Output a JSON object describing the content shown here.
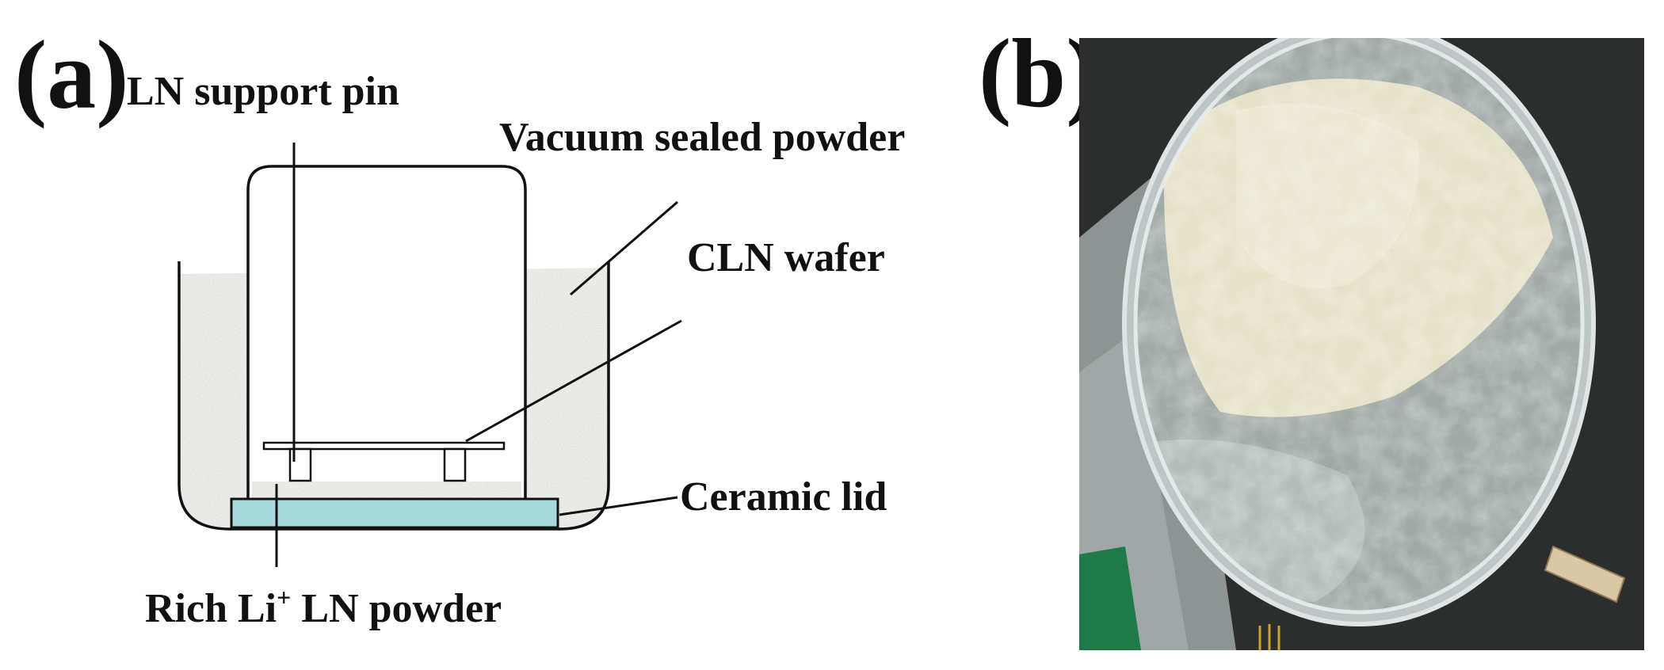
{
  "panel_a": {
    "letter": "(a)",
    "labels": {
      "support_pin": "LN support pin",
      "vacuum_powder": "Vacuum sealed powder",
      "wafer": "CLN wafer",
      "lid": "Ceramic lid",
      "powder_prefix": "Rich Li",
      "powder_superscript": "+",
      "powder_suffix": " LN powder"
    },
    "colors": {
      "line": "#111111",
      "powder_fill": "#eeeeea",
      "powder_speckle": "#b8b8b2",
      "lid_fill": "#a8dadd"
    }
  },
  "panel_b": {
    "letter": "(b)",
    "colors": {
      "background": "#2b2e2c",
      "rim": "#bcc6c6",
      "powder_light": "#e5e0c6",
      "powder_grey": "#9fa9a6",
      "green": "#1f7a4a"
    }
  }
}
